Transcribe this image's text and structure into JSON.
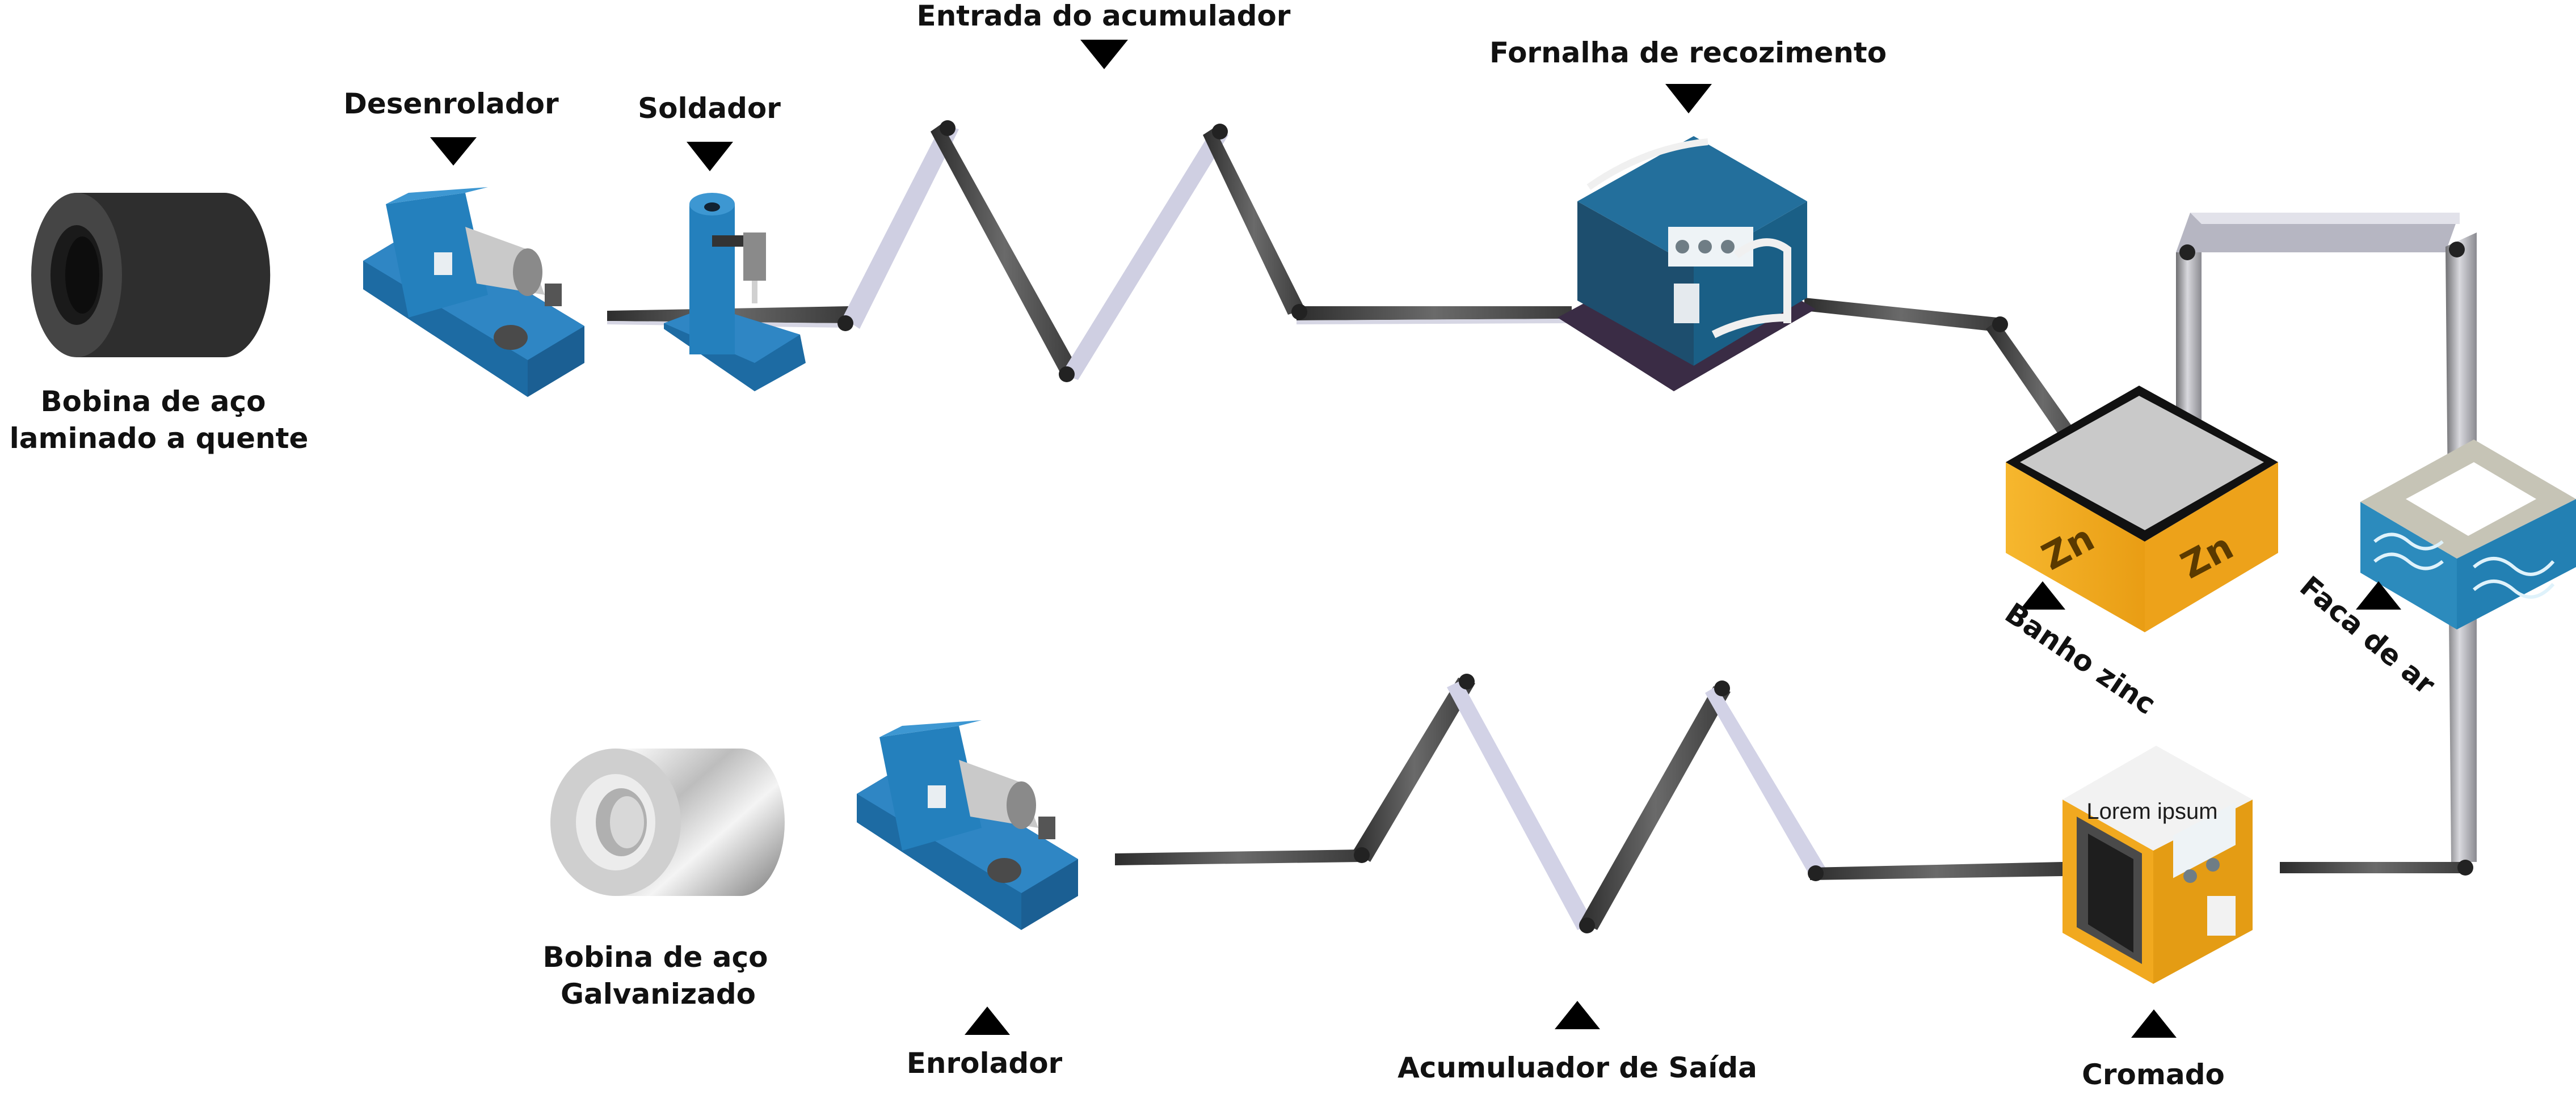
{
  "labels": {
    "hot_rolled_coil_line1": "Bobina de aço",
    "hot_rolled_coil_line2": "laminado a quente",
    "uncoiler": "Desenrolador",
    "welder": "Soldador",
    "accumulator_entry": "Entrada do acumulador",
    "annealing_furnace": "Fornalha de recozimento",
    "zinc_bath": "Banho zinc",
    "air_knife": "Faca de ar",
    "chromating": "Cromado",
    "exit_accumulator": "Acumuluador de Saída",
    "recoiler": "Enrolador",
    "galvanized_coil_line1": "Bobina de aço",
    "galvanized_coil_line2": "Galvanizado",
    "chromating_box_text": "Lorem ipsum",
    "zinc_symbol_left": "Zn",
    "zinc_symbol_right": "Zn"
  },
  "colors": {
    "machine_blue": "#1f6fa8",
    "furnace_navy": "#1d4e6e",
    "zinc_yellow": "#f3ad25",
    "strip_dark": "#3b3b3b",
    "strip_light": "#e6e6f2",
    "arrow": "#000000"
  }
}
